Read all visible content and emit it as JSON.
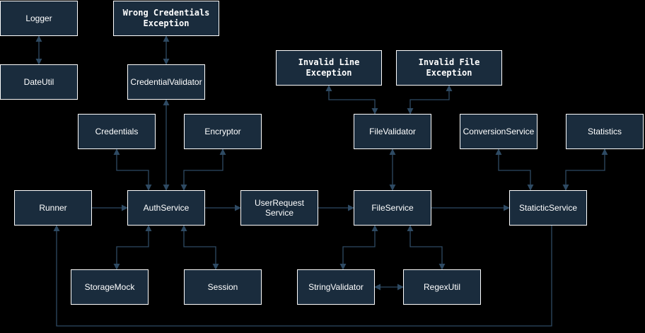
{
  "colors": {
    "background": "#000000",
    "node_fill": "#1a2c3d",
    "node_border": "#ffffff",
    "edge": "#2e4a63",
    "text": "#ffffff"
  },
  "nodes": {
    "logger": "Logger",
    "dateutil": "DateUtil",
    "wrong_credentials_exception": "Wrong Credentials\nException",
    "credential_validator": "CredentialValidator",
    "invalid_line_exception": "Invalid Line\nException",
    "invalid_file_exception": "Invalid File\nException",
    "credentials": "Credentials",
    "encryptor": "Encryptor",
    "file_validator": "FileValidator",
    "conversion_service": "ConversionService",
    "statistics": "Statistics",
    "runner": "Runner",
    "auth_service": "AuthService",
    "user_request_service": "UserRequest\nService",
    "file_service": "FileService",
    "statictic_service": "StaticticService",
    "storage_mock": "StorageMock",
    "session": "Session",
    "string_validator": "StringValidator",
    "regex_util": "RegexUtil"
  }
}
